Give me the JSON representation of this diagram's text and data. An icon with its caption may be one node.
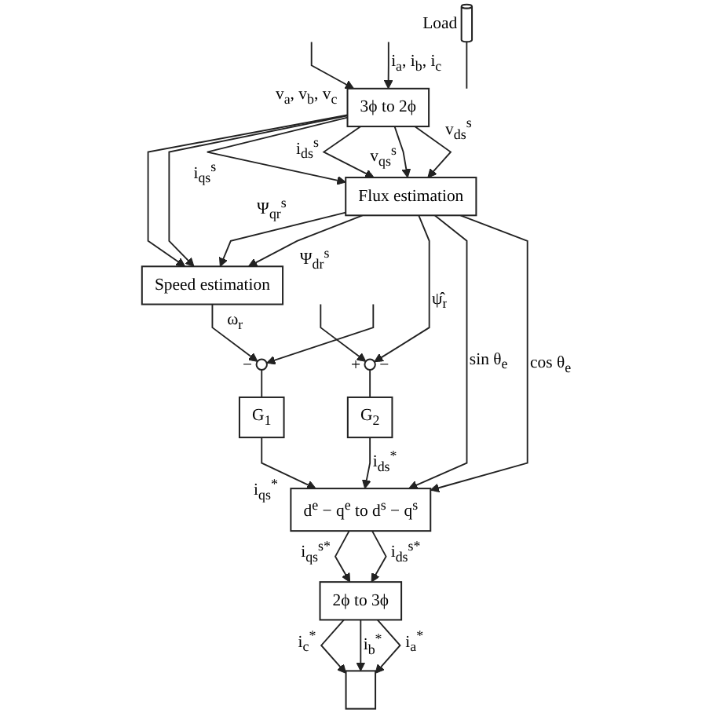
{
  "diagram": {
    "nodes": [
      {
        "text": [],
        "shape": "circle",
        "beside": [
          "+",
          "−"
        ]
      },
      {
        "text": [
          "G$_{2}$"
        ]
      },
      {
        "text": [
          "d$^{e}$ − q$^{e}$ to d$^{s}$ − q$^{s}$"
        ]
      },
      {
        "text": [
          "2ϕ to 3ϕ"
        ]
      },
      {
        "text": [],
        "shape": "box"
      },
      {
        "text": [],
        "shape": "circle",
        "beside": [
          "−"
        ]
      },
      {
        "text": [
          "G$_{1}$"
        ]
      },
      {
        "text": [
          "Flux estimation"
        ]
      },
      {
        "text": [
          "3ϕ to 2ϕ"
        ]
      },
      {
        "text": [],
        "shape": "cylinder",
        "beside": [
          "Load"
        ]
      },
      {
        "text": [
          "Speed estimation"
        ]
      }
    ],
    "edges": [
      {
        "from": null,
        "to": 0,
        "arrow": "to"
      },
      {
        "from": 0,
        "to": 1,
        "arrow": "none"
      },
      {
        "from": 1,
        "to": 2,
        "arrow": "to",
        "label": "i$_{ds}$$^{*}$"
      },
      {
        "from": null,
        "to": 5,
        "arrow": "to"
      },
      {
        "from": 5,
        "to": 6,
        "arrow": "none"
      },
      {
        "from": 6,
        "to": 2,
        "arrow": "to",
        "label": "i$_{qs}$$^{*}$"
      },
      {
        "from": 2,
        "to": 3,
        "arrow": "to",
        "label": "i$_{ds}$$^{s*}$"
      },
      {
        "from": 2,
        "to": 3,
        "arrow": "to",
        "label": "i$_{qs}$$^{s*}$"
      },
      {
        "from": 3,
        "to": 4,
        "arrow": "to",
        "label": "i$_{a}$$^{*}$"
      },
      {
        "from": 3,
        "to": 4,
        "arrow": "to",
        "label": "i$_{b}$$^{*}$"
      },
      {
        "from": 3,
        "to": 4,
        "arrow": "to",
        "label": "i$_{c}$$^{*}$"
      },
      {
        "from": 7,
        "to": 2,
        "arrow": "to",
        "label": "cos θ$_{e}$"
      },
      {
        "from": 7,
        "to": 2,
        "arrow": "to",
        "label": "sin θ$_{e}$"
      },
      {
        "from": 7,
        "to": 0,
        "arrow": "to",
        "label": "ψ̂$_{r}$"
      },
      {
        "from": null,
        "to": 8,
        "arrow": "to",
        "label": "i$_{a}$, i$_{b}$, i$_{c}$"
      },
      {
        "from": null,
        "to": 8,
        "arrow": "to",
        "label": "v$_{a}$, v$_{b}$, v$_{c}$"
      },
      {
        "from": 8,
        "to": 7,
        "arrow": "to",
        "label": "v$_{ds}$$^{s}$"
      },
      {
        "from": 8,
        "to": 7,
        "arrow": "to",
        "label": "v$_{qs}$$^{s}$"
      },
      {
        "from": 8,
        "to": 7,
        "arrow": "to",
        "label": "i$_{ds}$$^{s}$"
      },
      {
        "from": 8,
        "to": 7,
        "arrow": "to",
        "label": "i$_{qs}$$^{s}$"
      },
      {
        "from": 8,
        "to": 10,
        "arrow": "to"
      },
      {
        "from": 8,
        "to": 10,
        "arrow": "to"
      },
      {
        "from": 7,
        "to": 10,
        "arrow": "to",
        "label": "Ψ$_{dr}$$^{s}$"
      },
      {
        "from": 7,
        "to": 10,
        "arrow": "to",
        "label": "Ψ$_{qr}$$^{s}$"
      },
      {
        "from": 10,
        "to": 5,
        "arrow": "to",
        "label": "ω$_{r}$"
      },
      {
        "from": 9,
        "to": null,
        "arrow": "none"
      }
    ]
  }
}
